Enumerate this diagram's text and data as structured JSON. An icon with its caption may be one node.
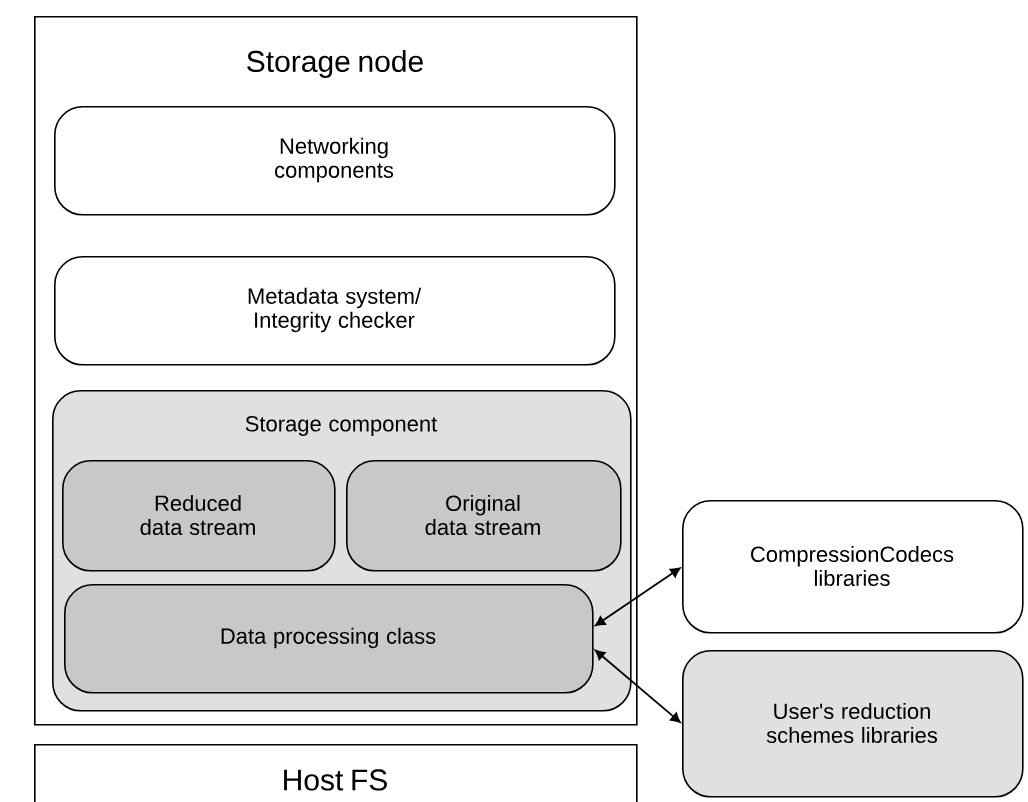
{
  "diagram": {
    "nodes": [
      {
        "text": [
          "Storage node"
        ]
      },
      {
        "text": [
          "Networking components"
        ],
        "in": 0
      },
      {
        "text": [
          "Metadata system/ Integrity checker"
        ],
        "in": 0
      },
      {
        "text": [
          "Storage component"
        ],
        "in": 0
      },
      {
        "text": [
          "Reduced data stream"
        ],
        "in": 3
      },
      {
        "text": [
          "Original data stream"
        ],
        "in": 3
      },
      {
        "text": [
          "Data processing class"
        ],
        "in": 3
      },
      {
        "text": [
          "CompressionCodecs libraries"
        ]
      },
      {
        "text": [
          "User's reduction schemes libraries"
        ]
      },
      {
        "text": [
          "Host FS"
        ]
      }
    ],
    "edges": [
      {
        "from": 6,
        "to": 7,
        "arrow": "both"
      },
      {
        "from": 6,
        "to": 8,
        "arrow": "both"
      }
    ]
  }
}
